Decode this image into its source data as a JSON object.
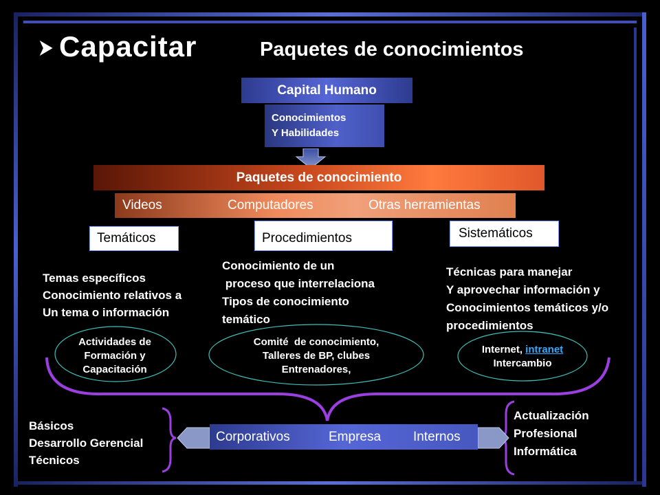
{
  "header": {
    "title": "Capacitar",
    "subtitle": "Paquetes de conocimientos"
  },
  "capital": {
    "label": "Capital Humano",
    "sub_line1": "Conocimientos",
    "sub_line2": "Y Habilidades"
  },
  "paquetes": {
    "label": "Paquetes de conocimiento",
    "tools": [
      "Videos",
      "Computadores",
      "Otras herramientas"
    ]
  },
  "categories": [
    {
      "label": "Temáticos",
      "desc": [
        "Temas específicos",
        "Conocimiento relativos a",
        "Un tema o información"
      ],
      "ellipse": [
        "Actividades de",
        "Formación y",
        "Capacitación"
      ]
    },
    {
      "label": "Procedimientos",
      "desc": [
        "Conocimiento de un",
        " proceso que interrelaciona",
        "Tipos de conocimiento",
        "temático"
      ],
      "ellipse": [
        "Comité  de conocimiento,",
        "Talleres de BP, clubes",
        "Entrenadores,"
      ]
    },
    {
      "label": "Sistemáticos",
      "desc": [
        "Técnicas para manejar",
        "Y aprovechar información y",
        "Conocimientos temáticos y/o",
        "procedimientos"
      ],
      "ellipse_line1_prefix": "Internet, ",
      "ellipse_link": "intranet",
      "ellipse_line2": "Intercambio"
    }
  ],
  "bottom": {
    "items": [
      "Corporativos",
      "Empresa",
      "Internos"
    ],
    "left_list": [
      "Básicos",
      "Desarrollo Gerencial",
      "Técnicos"
    ],
    "right_list": [
      "Actualización",
      "Profesional",
      "Informática"
    ]
  },
  "colors": {
    "frame": "#5a6fd6",
    "brace": "#9b3fe0",
    "ellipse_stroke": "#3fbfb8"
  }
}
